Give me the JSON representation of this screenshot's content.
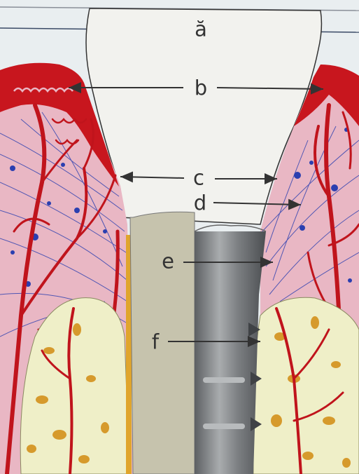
{
  "labels": {
    "a": "ă",
    "b": "b",
    "c": "c",
    "d": "d",
    "e": "e",
    "f": "f"
  },
  "colors": {
    "background": "#e9eef0",
    "gingiva": "#e9b7c4",
    "gingival_margin": "#c8161e",
    "blood_vessel": "#c0141c",
    "nerve_fibres": "#2b3fb0",
    "bone": "#efefc8",
    "bone_pores": "#d69a2c",
    "tooth": "#e4e3db",
    "root": "#c6c3ad",
    "implant": "#8e9194",
    "pointer": "#333333"
  }
}
